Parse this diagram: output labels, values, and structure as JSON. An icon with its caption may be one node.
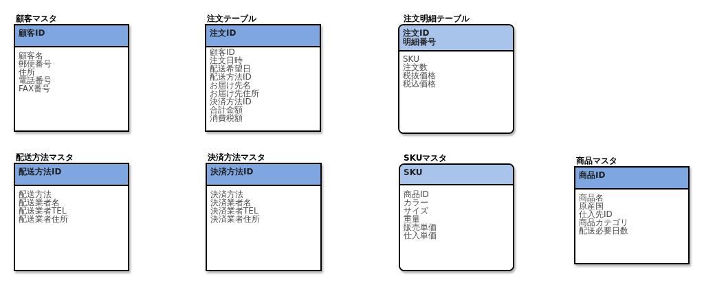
{
  "diagram": {
    "nodes": [
      {
        "text": [
          "顧客マスタ"
        ]
      },
      {
        "text": [
          "顧客ID"
        ],
        "in": 0
      },
      {
        "text": [
          "顧客名",
          "郵便番号",
          "住所",
          "電話番号",
          "FAX番号"
        ],
        "in": 0
      },
      {
        "text": [
          "注文テーブル"
        ]
      },
      {
        "text": [
          "注文ID"
        ],
        "in": 3
      },
      {
        "text": [
          "顧客ID",
          "注文日時",
          "配送希望日",
          "配送方法ID",
          "お届け先名",
          "お届け先住所",
          "決済方法ID",
          "合計金額",
          "消費税額"
        ],
        "in": 3
      },
      {
        "text": [
          "注文明細テーブル"
        ]
      },
      {
        "text": [
          "注文ID",
          "明細番号"
        ],
        "in": 6
      },
      {
        "text": [
          "SKU",
          "注文数",
          "税抜価格",
          "税込価格"
        ],
        "in": 6
      },
      {
        "text": [
          "配送方法マスタ"
        ]
      },
      {
        "text": [
          "配送方法ID"
        ],
        "in": 9
      },
      {
        "text": [
          "配送方法",
          "配送業者名",
          "配送業者TEL",
          "配送業者住所"
        ],
        "in": 9
      },
      {
        "text": [
          "決済方法マスタ"
        ]
      },
      {
        "text": [
          "決済方法ID"
        ],
        "in": 12
      },
      {
        "text": [
          "決済方法",
          "決済業者名",
          "決済業者TEL",
          "決済業者住所"
        ],
        "in": 12
      },
      {
        "text": [
          "SKUマスタ"
        ]
      },
      {
        "text": [
          "SKU"
        ],
        "in": 15
      },
      {
        "text": [
          "商品ID",
          "カラー",
          "サイズ",
          "重量",
          "販売単価",
          "仕入単価"
        ],
        "in": 15
      },
      {
        "text": [
          "商品マスタ"
        ]
      },
      {
        "text": [
          "商品ID"
        ],
        "in": 18
      },
      {
        "text": [
          "商品名",
          "原産国",
          "仕入先ID",
          "商品カテゴリ",
          "配送必要日数"
        ],
        "in": 18
      }
    ]
  }
}
